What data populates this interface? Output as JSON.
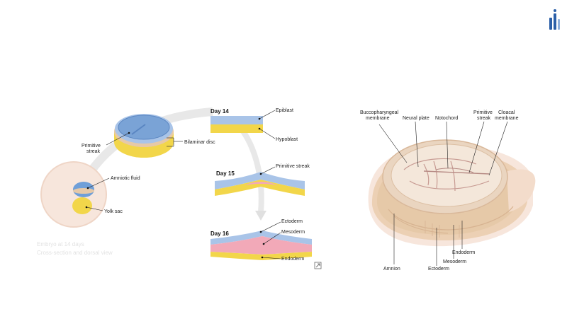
{
  "colors": {
    "epiblast": "#a9c4e8",
    "hypoblast": "#f2d64a",
    "mesoderm": "#f2a9b8",
    "amnion_disc": "#6f9fd8",
    "embryo_tan": "#e6c9a8",
    "logo": "#2b5fa8"
  },
  "logo": {
    "icon": "bar-logo-icon"
  },
  "left_panel": {
    "labels": {
      "primitive_streak_line1": "Primitive",
      "primitive_streak_line2": "streak",
      "bilaminar_disc": "Bilaminar disc",
      "amniotic_fluid": "Amniotic fluid",
      "yolk_sac": "Yolk sac"
    },
    "faint_caption": {
      "line1": "Embryo at 14 days",
      "line2": "Cross-section and dorsal view"
    }
  },
  "middle_panel": {
    "day14": {
      "title": "Day 14",
      "epiblast": "Epiblast",
      "hypoblast": "Hypoblast"
    },
    "day15": {
      "title": "Day 15",
      "primitive_streak": "Primitive streak"
    },
    "day16": {
      "title": "Day 16",
      "ectoderm": "Ectoderm",
      "mesoderm": "Mesoderm",
      "endoderm": "Endoderm"
    },
    "corner_icon": "expand-icon"
  },
  "right_panel": {
    "labels": {
      "buccopharyngeal_line1": "Buccopharyngeal",
      "buccopharyngeal_line2": "membrane",
      "neural_plate": "Neural plate",
      "notochord": "Notochord",
      "primitive_streak_line1": "Primitive",
      "primitive_streak_line2": "streak",
      "cloacal_line1": "Cloacal",
      "cloacal_line2": "membrane",
      "endoderm": "Endoderm",
      "mesoderm": "Mesoderm",
      "amnion": "Amnion",
      "ectoderm": "Ectoderm"
    }
  }
}
